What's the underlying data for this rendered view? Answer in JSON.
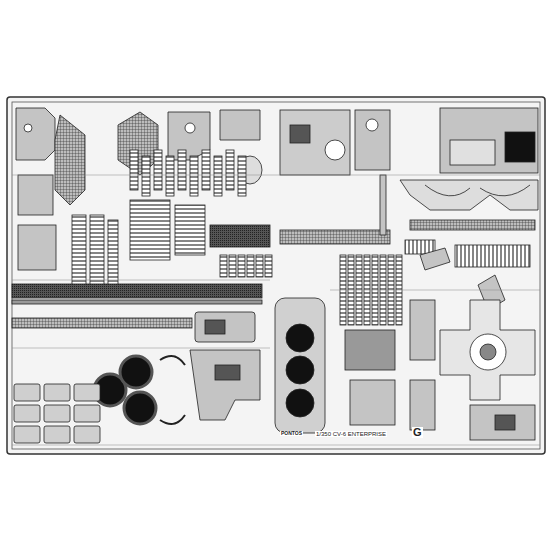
{
  "diagram": {
    "labels": [
      "PONTOS",
      "1/350 CV-6 ENTERPRISE",
      "G"
    ]
  }
}
